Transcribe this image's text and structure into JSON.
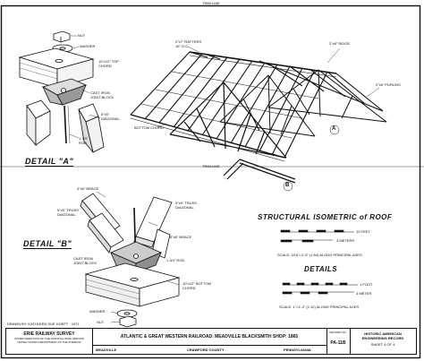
{
  "trim_line_top": "TRIM LINE",
  "trim_line_mid": "TRIM LINE",
  "detail_a": {
    "title": "DETAIL \"A\"",
    "labels": {
      "nut": "NUT",
      "washer": "WASHER",
      "top_chord": "10\"x12\" TOP\nCHORD",
      "joint_block": "CAST IRON\nJOINT BLOCK",
      "diagonal": "5\"x5\"\nDIAGONAL",
      "rod": "1 3/4\"\nROD"
    }
  },
  "detail_b": {
    "title": "DETAIL \"B\"",
    "labels": {
      "brace": "4\"x6\" BRACE",
      "truss_diagonal": "5\"x5\" TRUSS\nDIAGONAL",
      "truss_diagonal_right": "5\"x9\" TRUSS\nDIAGONAL",
      "joint_block": "CAST IRON\nJOINT BLOCK",
      "brace_right": "6\"x6\" BRACE",
      "rod": "1 3/4\" ROD",
      "bottom_chord": "10\"x12\" BOTTOM\nCHORD",
      "washer": "WASHER",
      "nut": "NUT"
    }
  },
  "isometric": {
    "title": "STRUCTURAL ISOMETRIC of ROOF",
    "labels": {
      "rafter": "2\"x7\" RAFTERS\n16\" O.C.",
      "ridge": "2\"x8\" RIDGE",
      "purlin": "2\"x6\" PURLINS",
      "joist": "BOTTOM CHORD",
      "a_marker": "A",
      "b_marker": "B"
    },
    "scale_text": "SCALE: 3/16\"=1'-0\" (1:64) ALONG PRINCIPAL AXES",
    "scale_units": [
      "10 FEET",
      "3 METERS"
    ]
  },
  "details": {
    "title": "DETAILS",
    "scale_text": "SCALE: 1\"=1'-0\" (1:12) ALONG PRINCIPAL AXES",
    "scale_units": [
      "1 FOOT",
      "3 METER"
    ]
  },
  "title_block": {
    "drawn_by": "DRAWN BY: KATHLEEN SUE HOEFT · 1971",
    "survey": "ERIE RAILWAY SURVEY",
    "survey_sub": "UNDER DIRECTION OF THE NATIONAL PARK SERVICE\nUNITED STATES DEPARTMENT OF THE INTERIOR",
    "main_title": "ATLANTIC & GREAT WESTERN RAILROAD: MEADVILLE BLACKSMITH SHOP: 1865",
    "city": "MEADVILLE",
    "county": "CRAWFORD COUNTY",
    "state": "PENNSYLVANIA",
    "record_no_label": "RECORD NO.",
    "record_no": "PA-11B",
    "haer": "HISTORIC AMERICAN\nENGINEERING RECORD",
    "sheet": "SHEET 4 OF 4"
  }
}
